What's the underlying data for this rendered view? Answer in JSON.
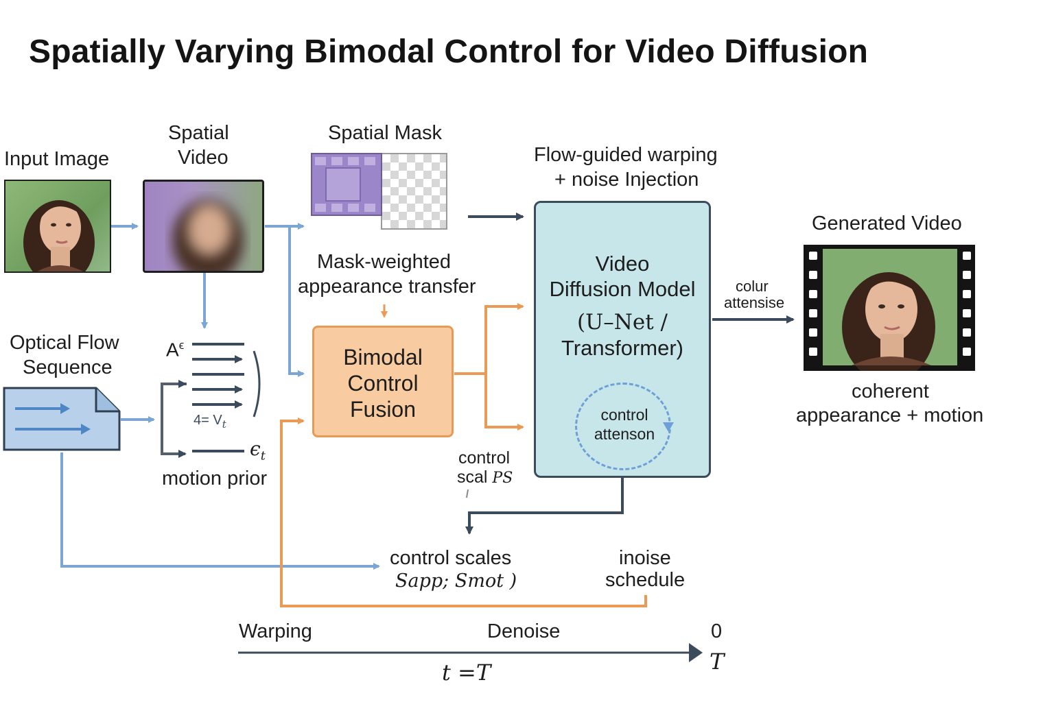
{
  "title": "Spatially Varying Bimodal Control for Video Diffusion",
  "labels": {
    "input_image": "Input Image",
    "spatial_video_1": "Spatial",
    "spatial_video_2": "Video",
    "spatial_mask": "Spatial Mask",
    "flow_guided_1": "Flow-guided warping",
    "flow_guided_2": "+ noise Injection",
    "generated_video": "Generated Video",
    "mask_weighted_1": "Mask-weighted",
    "mask_weighted_2": "appearance transfer",
    "optical_flow_1": "Optical Flow",
    "optical_flow_2": "Sequence",
    "motion_prior": "motion prior",
    "coherent_1": "coherent",
    "coherent_2": "appearance + motion",
    "colur_1": "colur",
    "colur_2": "attensise",
    "control_scal_1": "control",
    "control_scal_2": "scal",
    "control_scal_math": "PS",
    "control_scales": "control scales",
    "control_scales_math": "Sapp; Smot )",
    "noise_schedule_1": "inoise",
    "noise_schedule_2": "schedule",
    "warping": "Warping",
    "denoise": "Denoise",
    "zero": "0",
    "T": "T",
    "t_eq_T": "t =T",
    "a_eps": "A",
    "a_eps_sup": "ϵ",
    "v_t": "4= V",
    "v_t_sub": "t",
    "eps_t": "ϵ",
    "eps_t_sub": "t"
  },
  "fusion": {
    "line1": "Bimodal",
    "line2": "Control",
    "line3": "Fusion"
  },
  "vdm": {
    "line1": "Video",
    "line2": "Diffusion Model",
    "line3": "(U–Net /",
    "line4": "Transformer)"
  },
  "attention": {
    "line1": "control",
    "line2": "attenson"
  },
  "colors": {
    "blue_arrow": "#7ba6d4",
    "orange_arrow": "#eb9a55",
    "dark_arrow": "#3b4b5c",
    "vdm_fill": "#c7e6ea",
    "fusion_fill": "#f9cba0",
    "mask_purple": "#9b86c9"
  }
}
